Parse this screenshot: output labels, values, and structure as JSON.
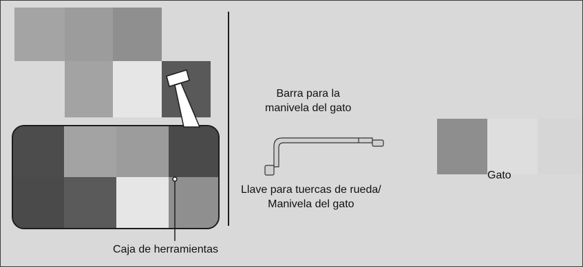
{
  "labels": {
    "toolbox": "Caja de herramientas",
    "jack_bar_line1": "Barra para la",
    "jack_bar_line2": "manivela del gato",
    "wrench_line1": "Llave para tuercas de rueda/",
    "wrench_line2": "Manivela del gato",
    "jack": "Gato"
  },
  "colors": {
    "background": "#d9d9d9",
    "border": "#3a3a3a",
    "line": "#1c1c1c",
    "wrench_fill": "#d0d0d0"
  }
}
